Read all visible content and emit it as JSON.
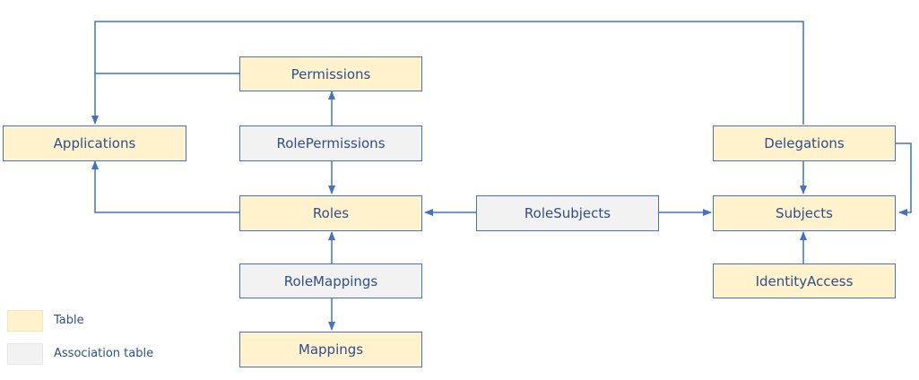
{
  "nodes": {
    "permissions": "Permissions",
    "applications": "Applications",
    "role_permissions": "RolePermissions",
    "delegations": "Delegations",
    "roles": "Roles",
    "role_subjects": "RoleSubjects",
    "subjects": "Subjects",
    "role_mappings": "RoleMappings",
    "identity_access": "IdentityAccess",
    "mappings": "Mappings"
  },
  "legend": {
    "table_label": "Table",
    "association_label": "Association table"
  },
  "colors": {
    "table_fill": "#fff2cc",
    "association_fill": "#f2f2f2",
    "line": "#4472c4",
    "text": "#2f4e8d"
  }
}
